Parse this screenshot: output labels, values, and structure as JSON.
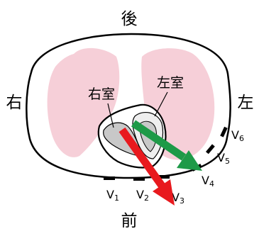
{
  "directions": {
    "posterior": "後",
    "anterior": "前",
    "right": "右",
    "left": "左"
  },
  "chambers": {
    "right_ventricle": "右室",
    "left_ventricle": "左室"
  },
  "leads": [
    {
      "letter": "V",
      "sub": "1"
    },
    {
      "letter": "V",
      "sub": "2"
    },
    {
      "letter": "V",
      "sub": "3"
    },
    {
      "letter": "V",
      "sub": "4"
    },
    {
      "letter": "V",
      "sub": "5"
    },
    {
      "letter": "V",
      "sub": "6"
    }
  ],
  "colors": {
    "lungs": "#f6cfd8",
    "heart_gray": "#c8c8c8",
    "heart_light": "#eeeeee",
    "outline": "#000000",
    "electrode": "#000000",
    "arrow_red": "#e8191e",
    "arrow_green": "#1e9a48"
  }
}
